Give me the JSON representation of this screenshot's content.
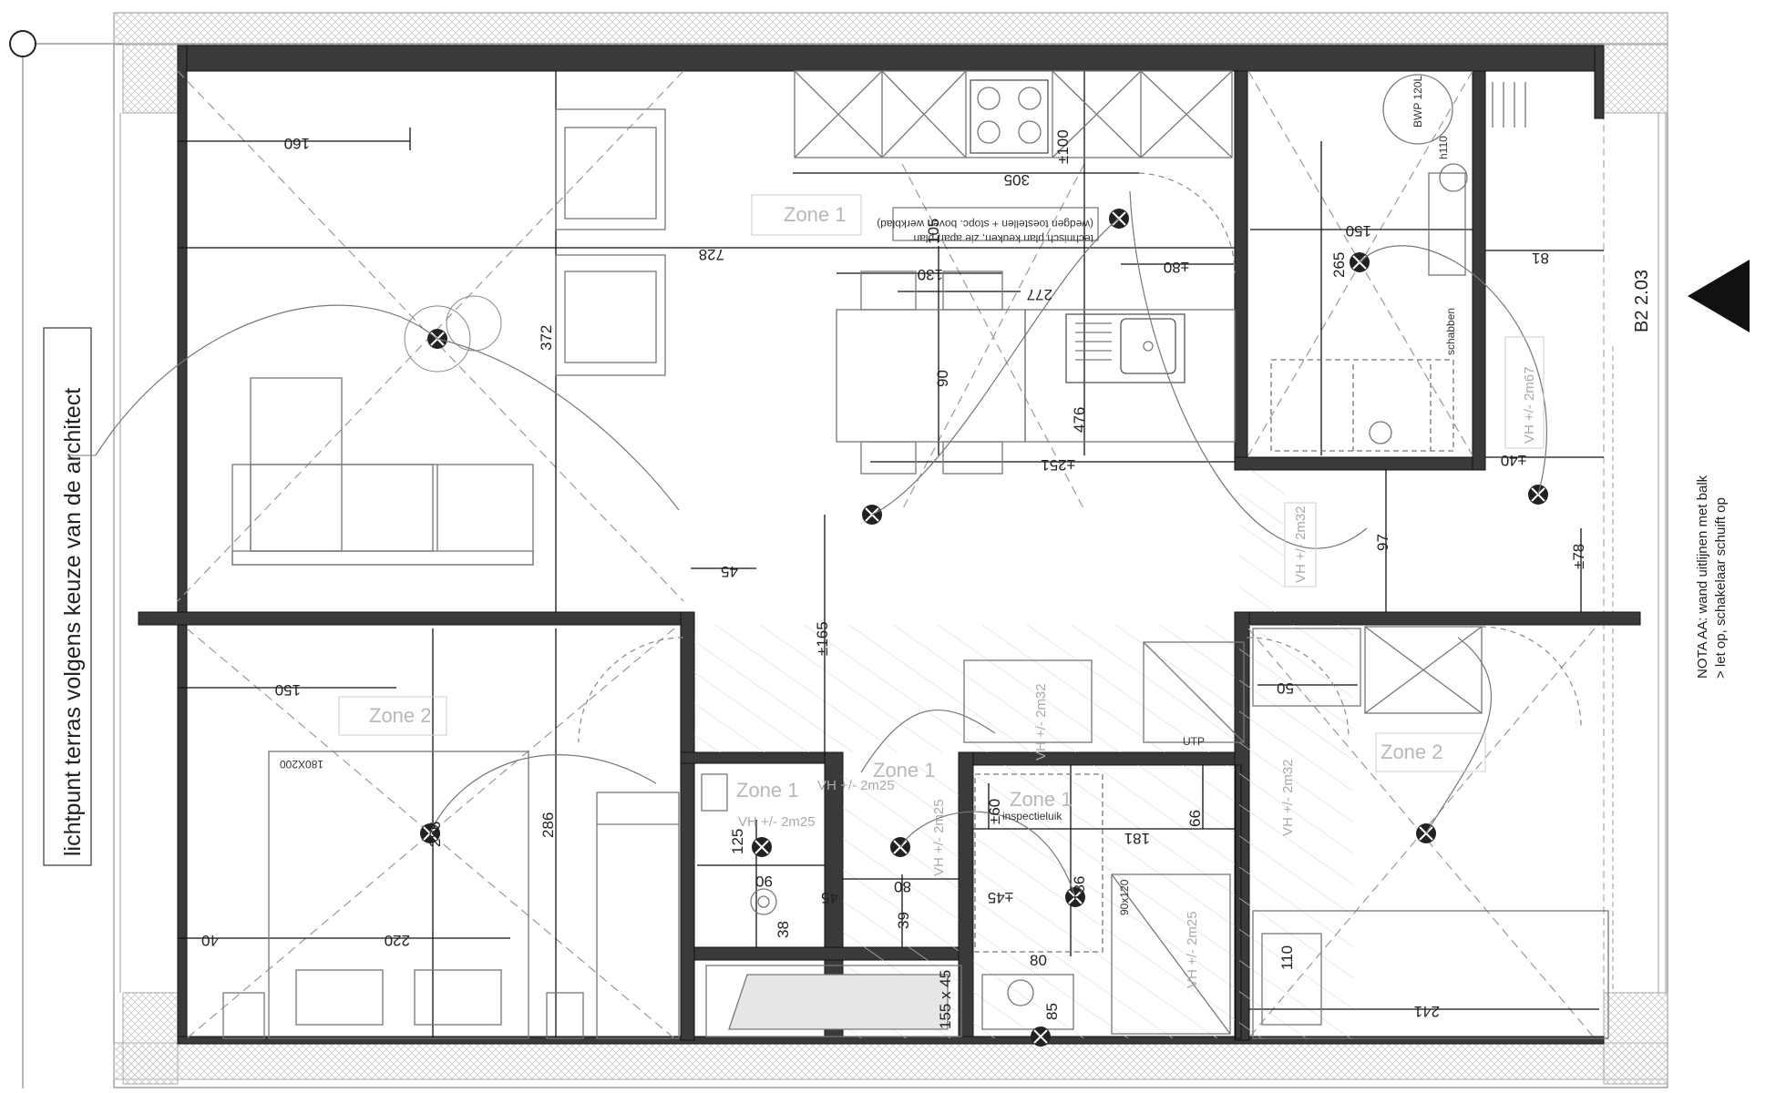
{
  "terrace_note": "lichtpunt terras volgens keuze van de architect",
  "unit_code": "B2 2.03",
  "nota": {
    "line1": "NOTA AA: wand uitlijnen met balk",
    "line2": "> let op, schakelaar schuift op"
  },
  "kitchen_note": {
    "line1": "technisch plan keuken, zie apart plan",
    "line2": "(wedgen toestellen + stopc. boven werkblad)"
  },
  "zones": {
    "living": "Zone 1",
    "bedroom_left": "Zone 2",
    "bedroom_right": "Zone 2",
    "bath_a": "Zone 1",
    "bath_b": "Zone 1",
    "bath_c": "Zone 1"
  },
  "vh_labels": [
    "VH +/- 2m67",
    "VH +/- 2m32",
    "VH +/- 2m32",
    "VH +/- 2m25",
    "VH +/- 2m25",
    "VH +/- 2m25",
    "VH +/- 2m32",
    "VH +/- 2m25"
  ],
  "room_labels": {
    "schabben": "schabben",
    "inspectieluik": "inspectieluik",
    "bed_size": "180X200",
    "boiler": "BWP 120L",
    "bath_size": "155 x 45",
    "shower_size": "90x120",
    "socket_h": "h110",
    "utp": "UTP"
  },
  "dimensions": {
    "d160": "160",
    "d305": "305",
    "d728": "728",
    "d130": "130",
    "d277": "277",
    "d105": "105",
    "d90": "90",
    "d372": "372",
    "d476": "476",
    "d251": "±251",
    "d45": "45",
    "d165": "±165",
    "d150a": "150",
    "d265": "265",
    "d80": "±80",
    "d81": "81",
    "d40": "±40",
    "d97": "97",
    "d78": "±78",
    "d150b": "150",
    "d286a": "286",
    "d286b": "286",
    "d40b": "40",
    "d220": "220",
    "d125": "125",
    "d90b": "90",
    "d38": "38",
    "d80b": "80",
    "d39": "39",
    "d60": "±60",
    "d181": "181",
    "d66": "66",
    "d45b": "±45",
    "d186": "186",
    "d80c": "80",
    "d50": "50",
    "d110": "110",
    "d241": "241",
    "d100": "±100",
    "d85": "85",
    "d45c": "45"
  }
}
